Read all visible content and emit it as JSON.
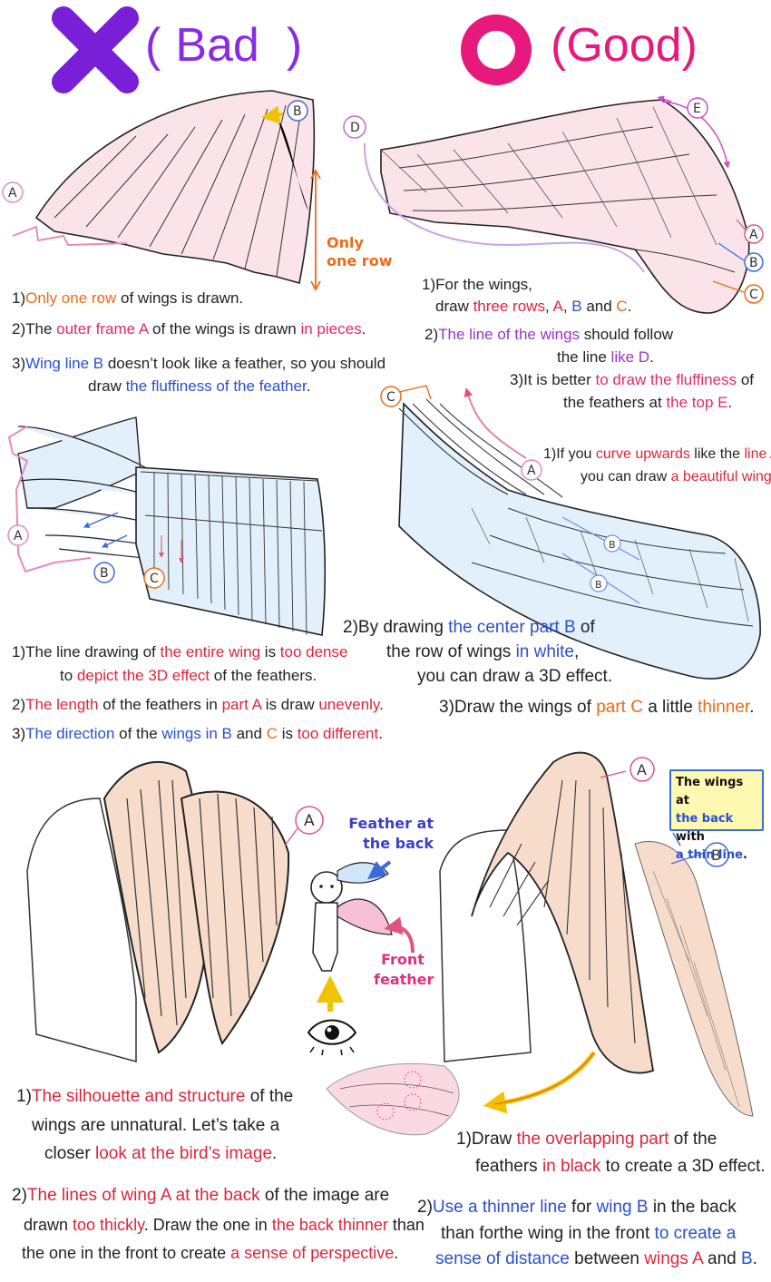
{
  "header": {
    "bad_label": "Bad",
    "good_label": "Good",
    "paren_open": "(",
    "paren_close": ")"
  },
  "colors": {
    "bad": "#8a2be2",
    "good": "#e8197c",
    "red": "#e0243a",
    "orange": "#ee6a14",
    "blue": "#2a4fd0",
    "purple": "#9b33cc",
    "pink": "#e02a6a",
    "wing_pink": "#fbe3ea",
    "wing_blue": "#e2f0fb",
    "wing_peach": "#f7dccb"
  },
  "icons": {
    "bad": "x-mark-icon",
    "good": "circle-o-icon"
  },
  "markers": {
    "a": "A",
    "b": "B",
    "c": "C",
    "d": "D",
    "e": "E"
  },
  "annotations": {
    "only_one_row_1": "Only",
    "only_one_row_2": "one row",
    "feather_back_1": "Feather at",
    "feather_back_2": "the back",
    "front_feather_1": "Front",
    "front_feather_2": "feather",
    "bubble_1": "The wings at",
    "bubble_2a": "the back",
    "bubble_2b": " with",
    "bubble_3a": "a thin line",
    "bubble_3b": "."
  },
  "s1_bad": {
    "n1_a": "1)",
    "n1_b": "Only one row",
    "n1_c": " of wings is drawn.",
    "n2_a": "2)The ",
    "n2_b": "outer frame A",
    "n2_c": " of the wings is drawn ",
    "n2_d": "in pieces",
    "n2_e": ".",
    "n3_a": "3)",
    "n3_b": "Wing line B",
    "n3_c": " doesn’t look like a feather, so you should",
    "n3_d": "draw ",
    "n3_e": "the fluffiness of the feather",
    "n3_f": "."
  },
  "s1_good": {
    "n1_a": "1)For the wings,",
    "n1_b": "draw ",
    "n1_c": "three rows",
    "n1_d": ", ",
    "n1_e": "A",
    "n1_f": ", ",
    "n1_g": "B",
    "n1_h": " and ",
    "n1_i": "C",
    "n1_j": ".",
    "n2_a": "2)",
    "n2_b": "The line of the wings",
    "n2_c": " should follow",
    "n2_d": "the line ",
    "n2_e": "like D",
    "n2_f": ".",
    "n3_a": "3)It is better ",
    "n3_b": "to draw the fluffiness",
    "n3_c": " of",
    "n3_d": "the feathers at ",
    "n3_e": "the top E",
    "n3_f": "."
  },
  "s2_bad": {
    "n1_a": "1)The line drawing of ",
    "n1_b": "the entire wing",
    "n1_c": " is ",
    "n1_d": "too dense",
    "n1_e": "to ",
    "n1_f": "depict the 3D effect",
    "n1_g": " of the feathers.",
    "n2_a": "2)",
    "n2_b": "The length",
    "n2_c": " of the feathers in ",
    "n2_d": "part A",
    "n2_e": " is draw ",
    "n2_f": "unevenly",
    "n2_g": ".",
    "n3_a": "3)",
    "n3_b": "The direction",
    "n3_c": " of the ",
    "n3_d": "wings in B",
    "n3_e": " and ",
    "n3_f": "C",
    "n3_g": " is ",
    "n3_h": "too different",
    "n3_i": "."
  },
  "s2_good": {
    "n1_a": "1)If you ",
    "n1_b": "curve upwards",
    "n1_c": " like the ",
    "n1_d": "line A",
    "n1_e": ",",
    "n1_f": "you can draw ",
    "n1_g": "a beautiful wing",
    "n1_h": ".",
    "n2_a": "2)By drawing ",
    "n2_b": "the center part B",
    "n2_c": " of",
    "n2_d": "the row of wings ",
    "n2_e": "in white",
    "n2_f": ",",
    "n2_g": "you can draw a 3D effect.",
    "n3_a": "3)Draw the wings of ",
    "n3_b": "part C",
    "n3_c": " a little ",
    "n3_d": "thinner",
    "n3_e": "."
  },
  "s3_bad": {
    "n1_a": "1)",
    "n1_b": "The silhouette and structure",
    "n1_c": " of the",
    "n1_d": "wings are unnatural.  Let’s take a",
    "n1_e": "closer ",
    "n1_f": "look at the bird’s image",
    "n1_g": ".",
    "n2_a": "2)",
    "n2_b": "The lines of wing A at the back",
    "n2_c": " of the image are",
    "n2_d": "drawn ",
    "n2_e": "too thickly",
    "n2_f": ". Draw the one in ",
    "n2_g": "the back thinner",
    "n2_h": " than",
    "n2_i": "the one in the front to create ",
    "n2_j": "a sense of perspective",
    "n2_k": "."
  },
  "s3_good": {
    "n1_a": "1)Draw ",
    "n1_b": "the overlapping part",
    "n1_c": " of the",
    "n1_d": "feathers ",
    "n1_e": "in black",
    "n1_f": " to create a 3D effect.",
    "n2_a": "2)",
    "n2_b": "Use a thinner line",
    "n2_c": " for ",
    "n2_d": "wing B",
    "n2_e": " in the back",
    "n2_f": "than forthe wing in the front ",
    "n2_g": "to create a",
    "n2_h": "sense of distance",
    "n2_i": " between ",
    "n2_j": "wings A",
    "n2_k": " and ",
    "n2_l": "B",
    "n2_m": "."
  }
}
